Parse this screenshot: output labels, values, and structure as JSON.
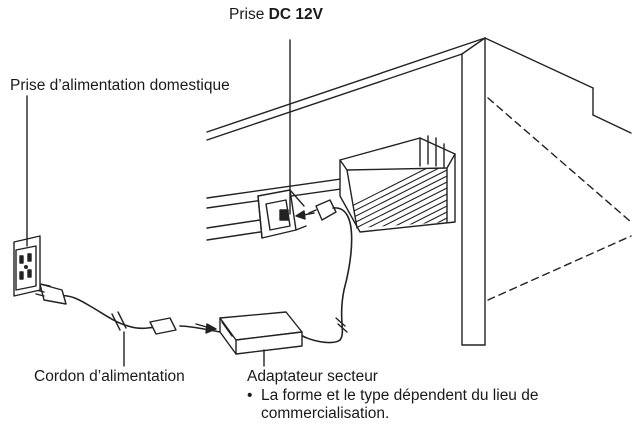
{
  "labels": {
    "dc_jack_prefix": "Prise",
    "dc_jack_name": "DC 12V",
    "wall_outlet": "Prise d’alimentation domestique",
    "power_cord": "Cordon d’alimentation",
    "ac_adapter": "Adaptateur secteur",
    "note_bullet": "•",
    "note_line1": "La forme et le type dépendent du lieu de",
    "note_line2": "commercialisation."
  }
}
